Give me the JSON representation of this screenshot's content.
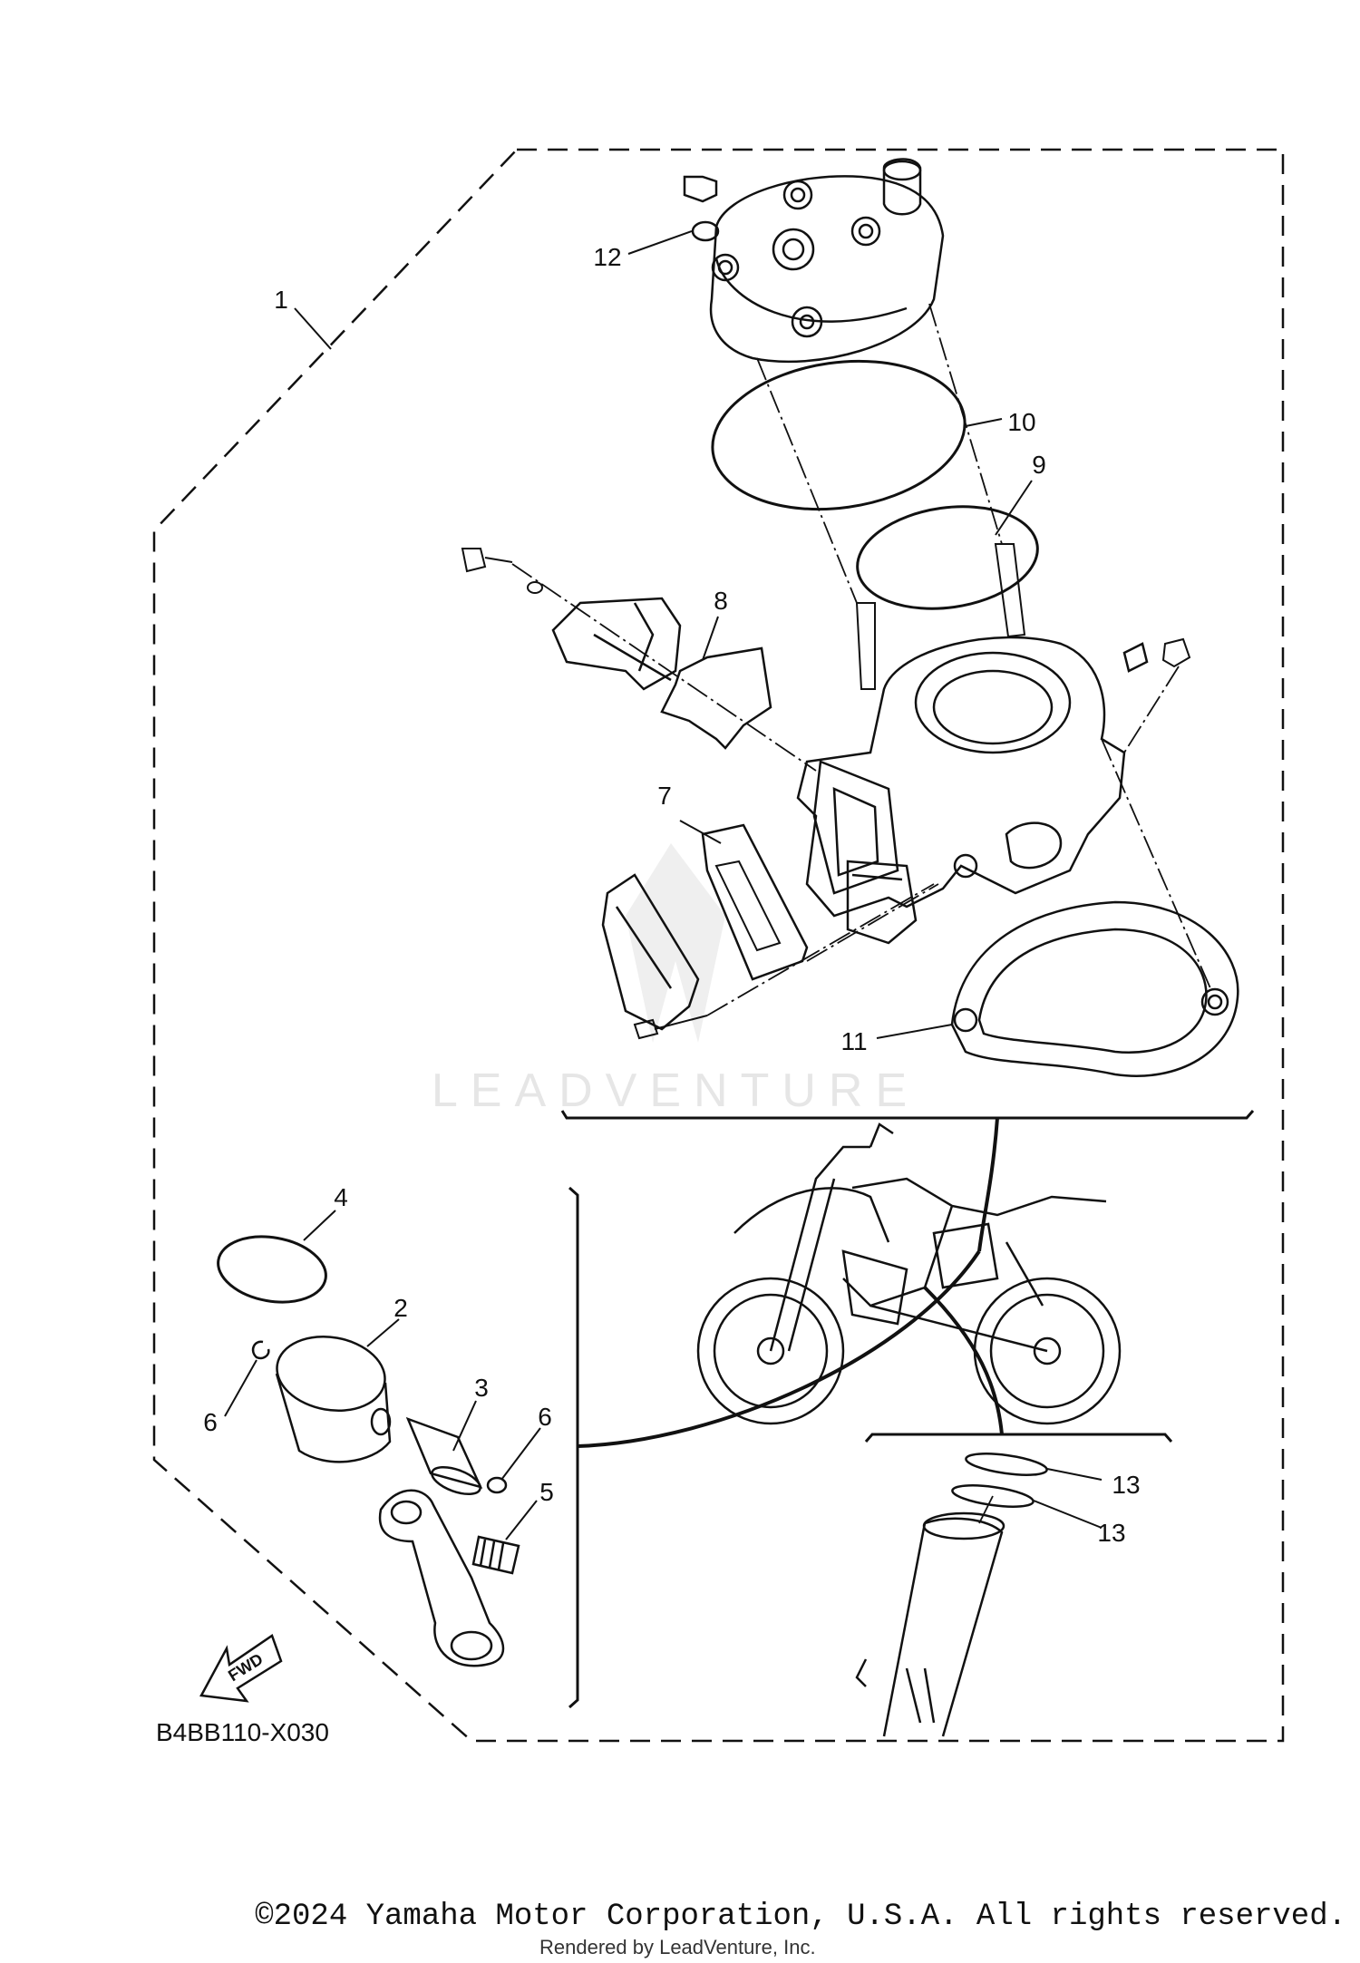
{
  "watermark": {
    "text": "LEADVENTURE"
  },
  "diagram_code": "B4BB110-X030",
  "fwd_label": "FWD",
  "callouts": {
    "c1": "1",
    "c2": "2",
    "c3": "3",
    "c4": "4",
    "c5": "5",
    "c6a": "6",
    "c6b": "6",
    "c7": "7",
    "c8": "8",
    "c9": "9",
    "c10": "10",
    "c11": "11",
    "c12": "12",
    "c13a": "13",
    "c13b": "13"
  },
  "footer": {
    "copyright": "©2024 Yamaha Motor Corporation, U.S.A. All rights reserved.",
    "rendered_by": "Rendered by LeadVenture, Inc."
  }
}
